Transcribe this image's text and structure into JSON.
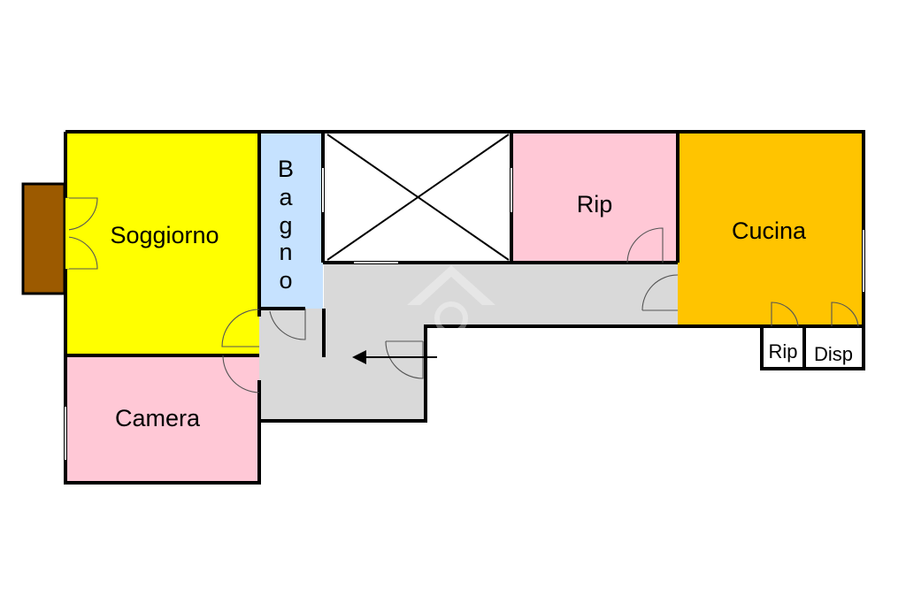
{
  "rooms": {
    "soggiorno": "Soggiorno",
    "bagno": [
      "B",
      "a",
      "g",
      "n",
      "o"
    ],
    "rip_top": "Rip",
    "cucina": "Cucina",
    "camera": "Camera",
    "rip_small": "Rip",
    "disp": "Disp"
  },
  "colors": {
    "soggiorno": "#ffff00",
    "bagno": "#c6e2ff",
    "rip": "#ffc8d6",
    "cucina": "#ffc400",
    "camera": "#ffc8d6",
    "corridor": "#d9d9d9",
    "balcony": "#9c5a00",
    "wall": "#000000"
  },
  "icons": {
    "entrance": "arrow-left-icon",
    "void": "cross-void-icon",
    "watermark": "house-watermark-icon"
  }
}
